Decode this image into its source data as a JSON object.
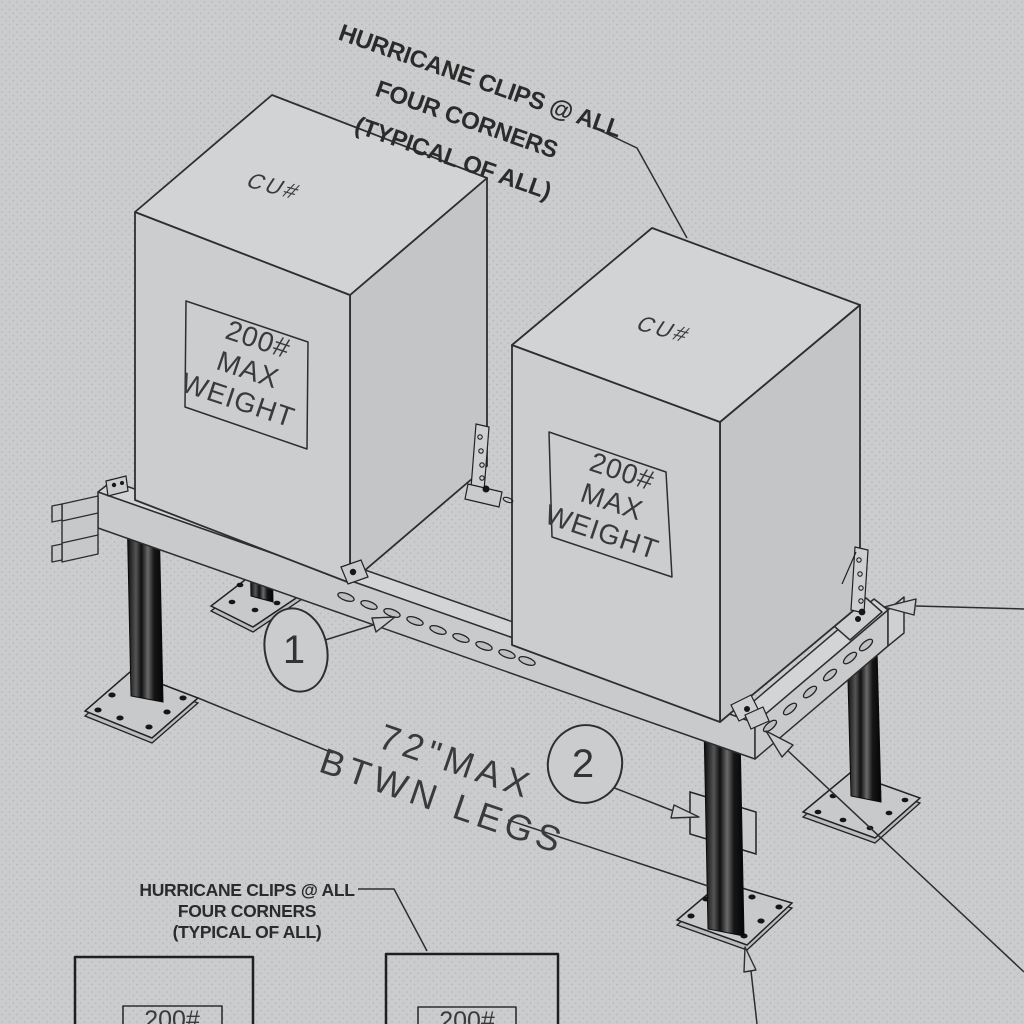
{
  "colors": {
    "background": "#cacccd",
    "line": "#2e2e2e",
    "dark_metal": "#1a1a1a",
    "text": "#333333"
  },
  "callouts": {
    "top": {
      "lines": [
        "HURRICANE CLIPS @ ALL",
        "FOUR CORNERS",
        "(TYPICAL OF ALL)"
      ]
    },
    "bottom": {
      "lines": [
        "HURRICANE CLIPS @ ALL",
        "FOUR CORNERS",
        "(TYPICAL OF ALL)"
      ]
    }
  },
  "units": {
    "unit1": {
      "top_label": "CU#",
      "plaque_lines": [
        "200#",
        "MAX",
        "WEIGHT"
      ]
    },
    "unit2": {
      "top_label": "CU#",
      "plaque_lines": [
        "200#",
        "MAX",
        "WEIGHT"
      ]
    }
  },
  "dimension": {
    "lines": [
      "72\"MAX",
      "BTWN LEGS"
    ]
  },
  "balloons": {
    "b1": "1",
    "b2": "2"
  },
  "bottom_detail": {
    "unit1_label": "200#",
    "unit2_label": "200#"
  }
}
